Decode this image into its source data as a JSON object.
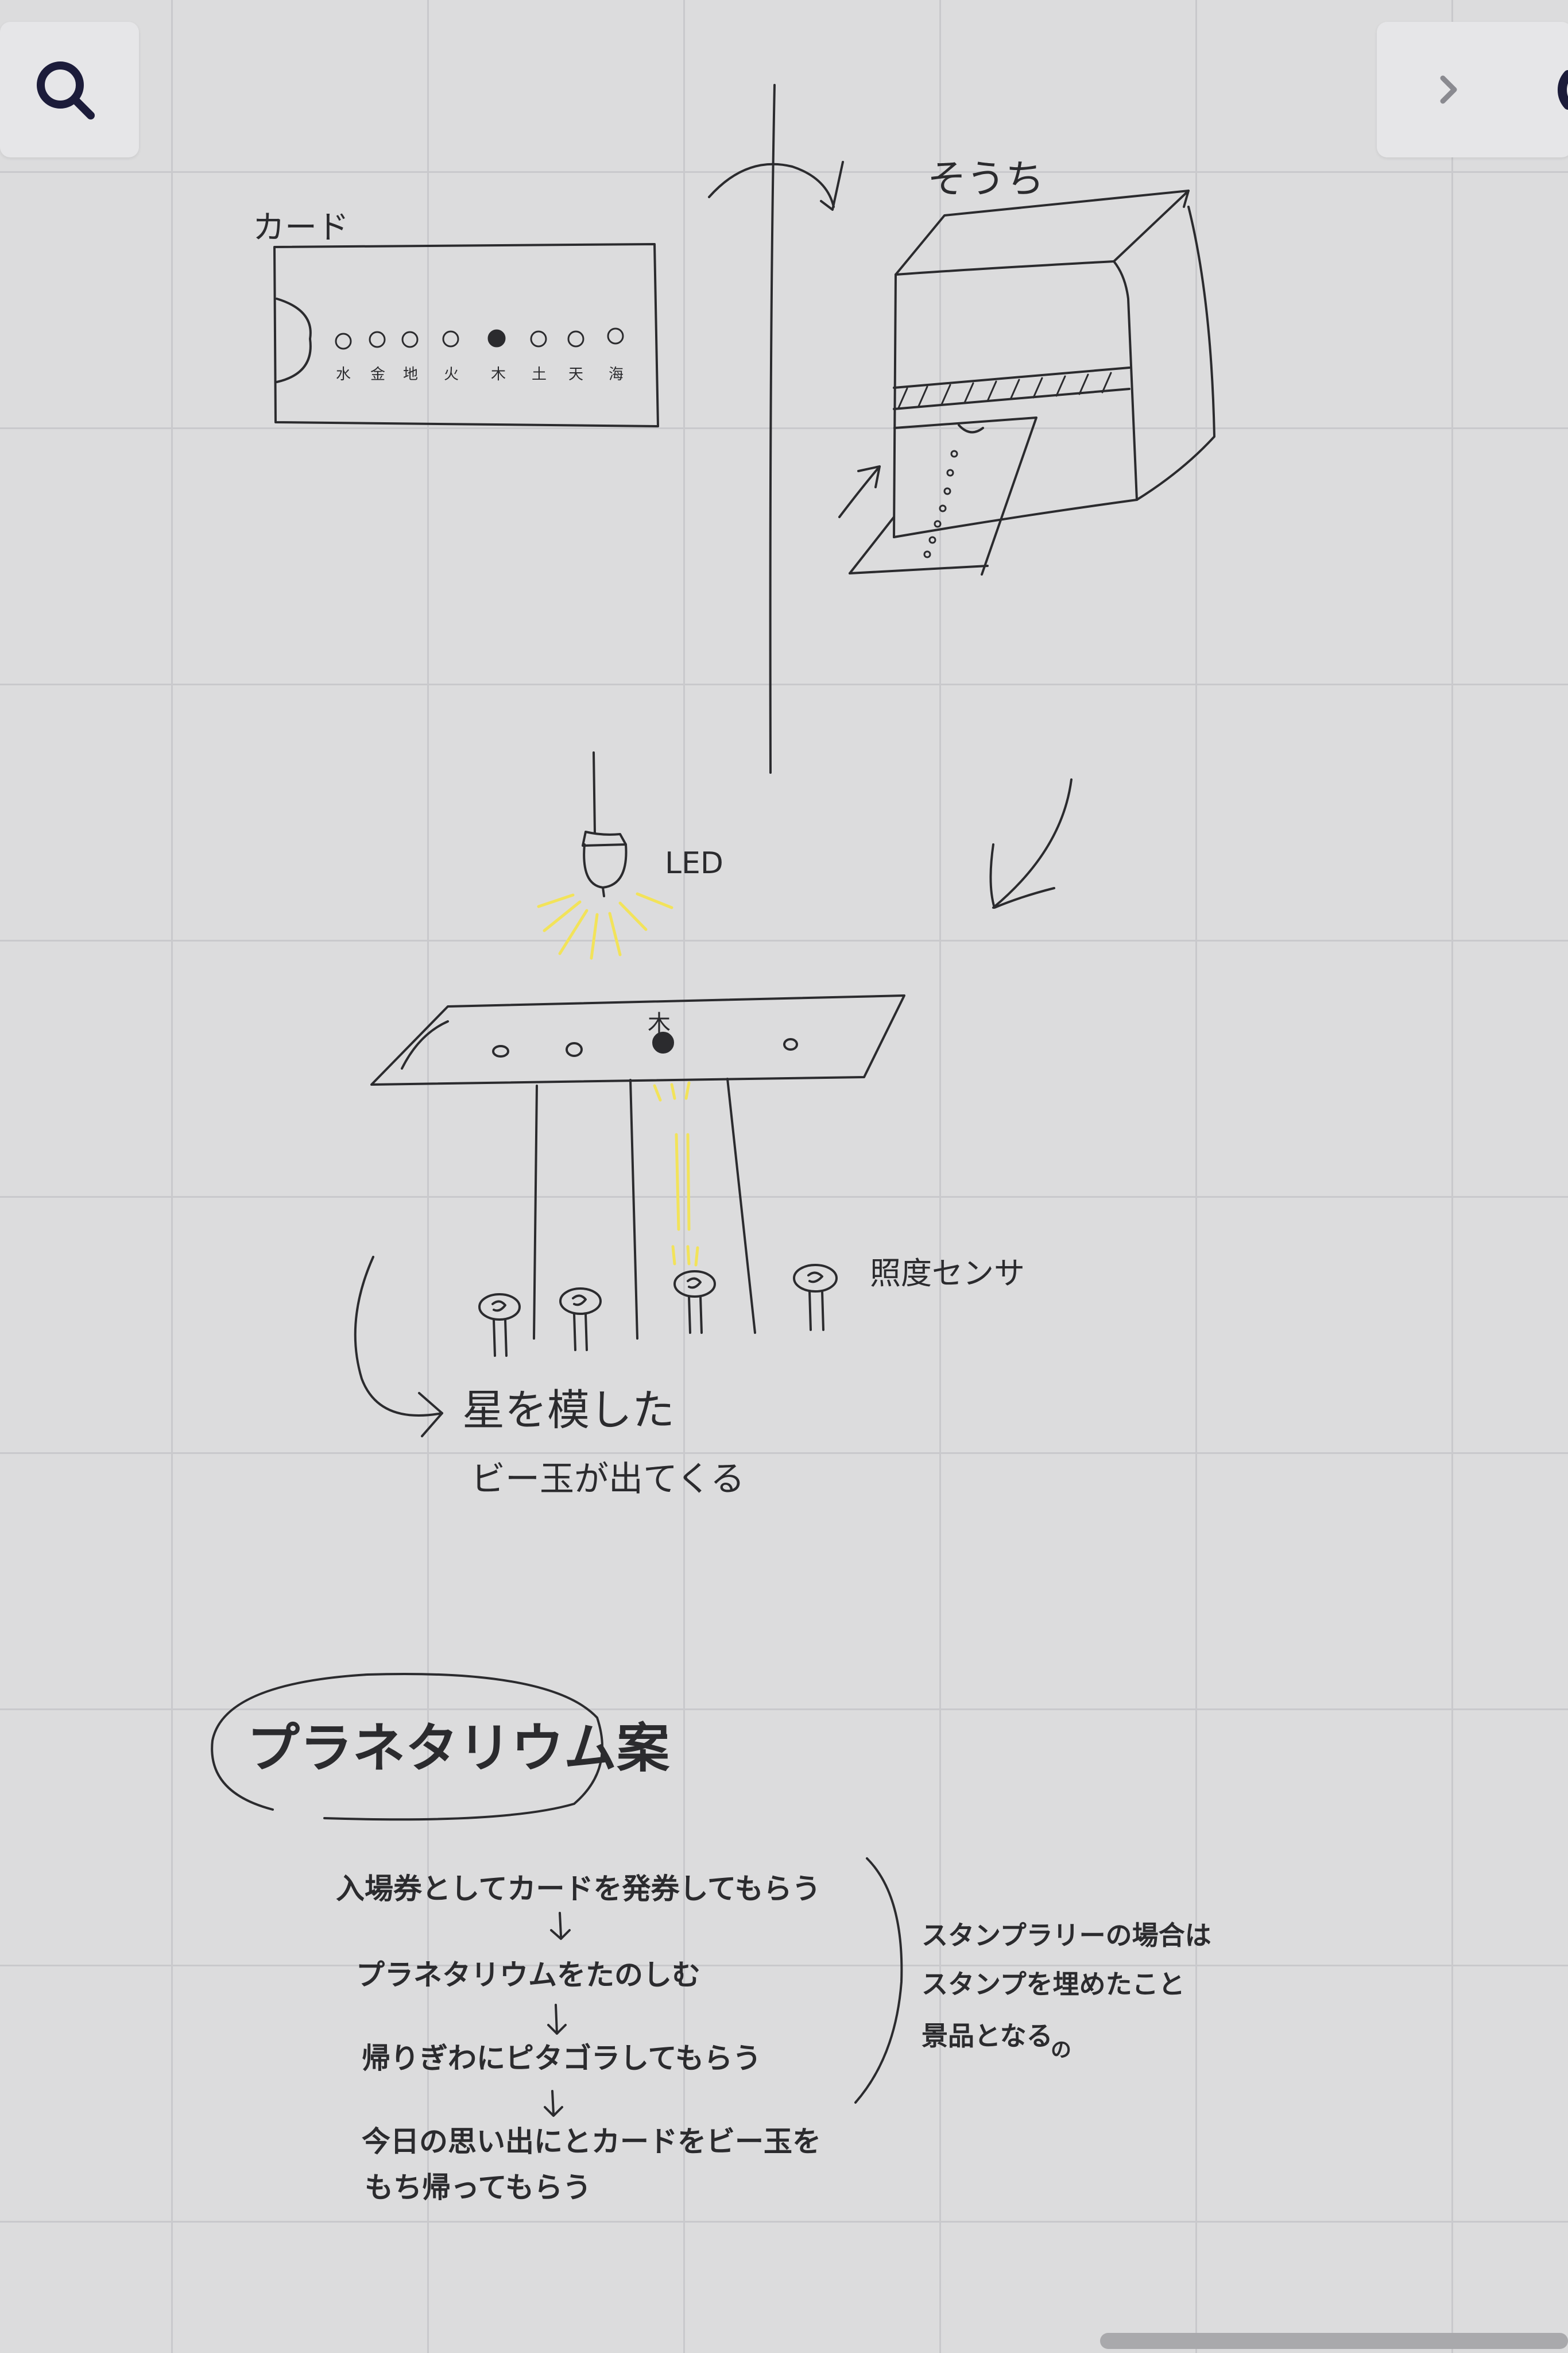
{
  "toolbar": {
    "search_icon": "search-icon",
    "next_icon": "chevron-right-icon",
    "partial_icon": "circle-icon"
  },
  "sketch": {
    "card_label": "カード",
    "card_planets": [
      "水",
      "金",
      "地",
      "火",
      "木",
      "土",
      "天",
      "海"
    ],
    "device_label": "そうち",
    "led_label": "LED",
    "sensor_label": "照度センサ",
    "strip_mark": "木",
    "marble_line1": "星を模した",
    "marble_line2": "ビー玉が出てくる"
  },
  "notes": {
    "title": "プラネタリウム案",
    "flow": [
      "入場券としてカードを発券してもらう",
      "プラネタリウムをたのしむ",
      "帰りぎわにピタゴラしてもらう",
      "今日の思い出にとカードをビー玉を",
      "もち帰ってもらう"
    ],
    "side_note": [
      "スタンプラリーの場合は",
      "スタンプを埋めたこと",
      "景品となる",
      "の"
    ]
  },
  "colors": {
    "background": "#dcdcdd",
    "ink": "#2b2b2e",
    "highlight": "#f2e35a",
    "icon": "#1c1c3a"
  }
}
